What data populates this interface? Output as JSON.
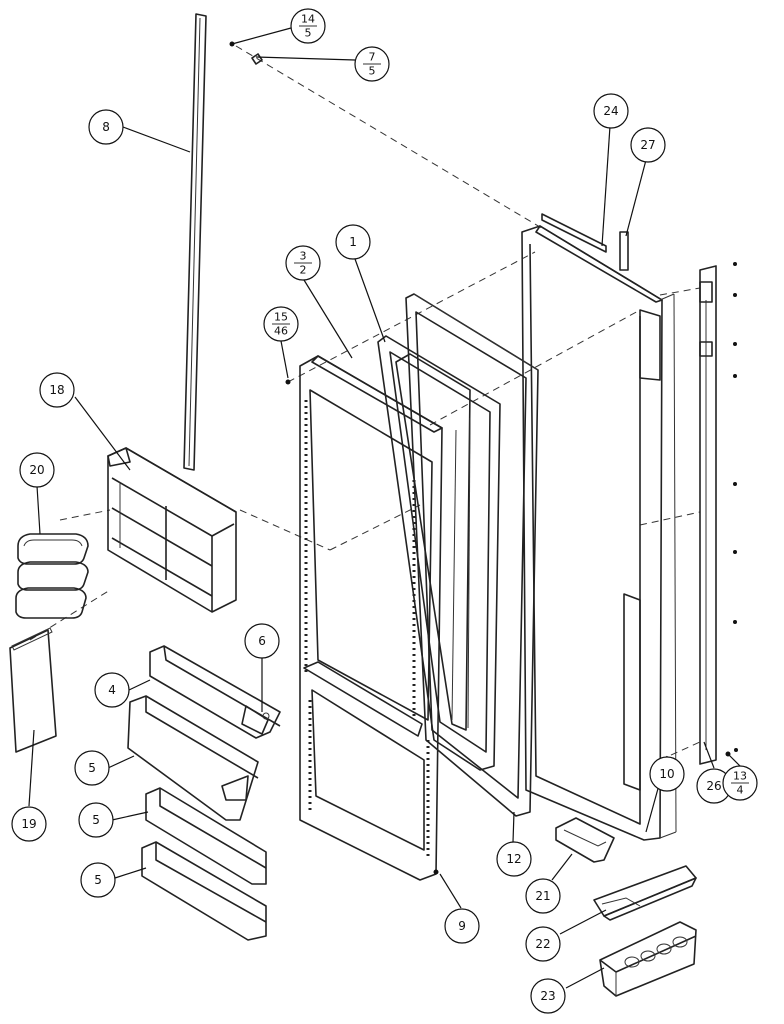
{
  "callouts": [
    {
      "id": "c1",
      "label": "1"
    },
    {
      "id": "c4",
      "label": "4"
    },
    {
      "id": "c5a",
      "label": "5"
    },
    {
      "id": "c5b",
      "label": "5"
    },
    {
      "id": "c5c",
      "label": "5"
    },
    {
      "id": "c6",
      "label": "6"
    },
    {
      "id": "c8",
      "label": "8"
    },
    {
      "id": "c9",
      "label": "9"
    },
    {
      "id": "c10",
      "label": "10"
    },
    {
      "id": "c12",
      "label": "12"
    },
    {
      "id": "c18",
      "label": "18"
    },
    {
      "id": "c19",
      "label": "19"
    },
    {
      "id": "c20",
      "label": "20"
    },
    {
      "id": "c21",
      "label": "21"
    },
    {
      "id": "c22",
      "label": "22"
    },
    {
      "id": "c23",
      "label": "23"
    },
    {
      "id": "c24",
      "label": "24"
    },
    {
      "id": "c26",
      "label": "26"
    },
    {
      "id": "c27",
      "label": "27"
    }
  ],
  "fraction_callouts": [
    {
      "id": "f14",
      "top": "14",
      "bottom": "5"
    },
    {
      "id": "f7",
      "top": "7",
      "bottom": "5"
    },
    {
      "id": "f3",
      "top": "3",
      "bottom": "2"
    },
    {
      "id": "f15",
      "top": "15",
      "bottom": "46"
    },
    {
      "id": "f13",
      "top": "13",
      "bottom": "4"
    }
  ]
}
